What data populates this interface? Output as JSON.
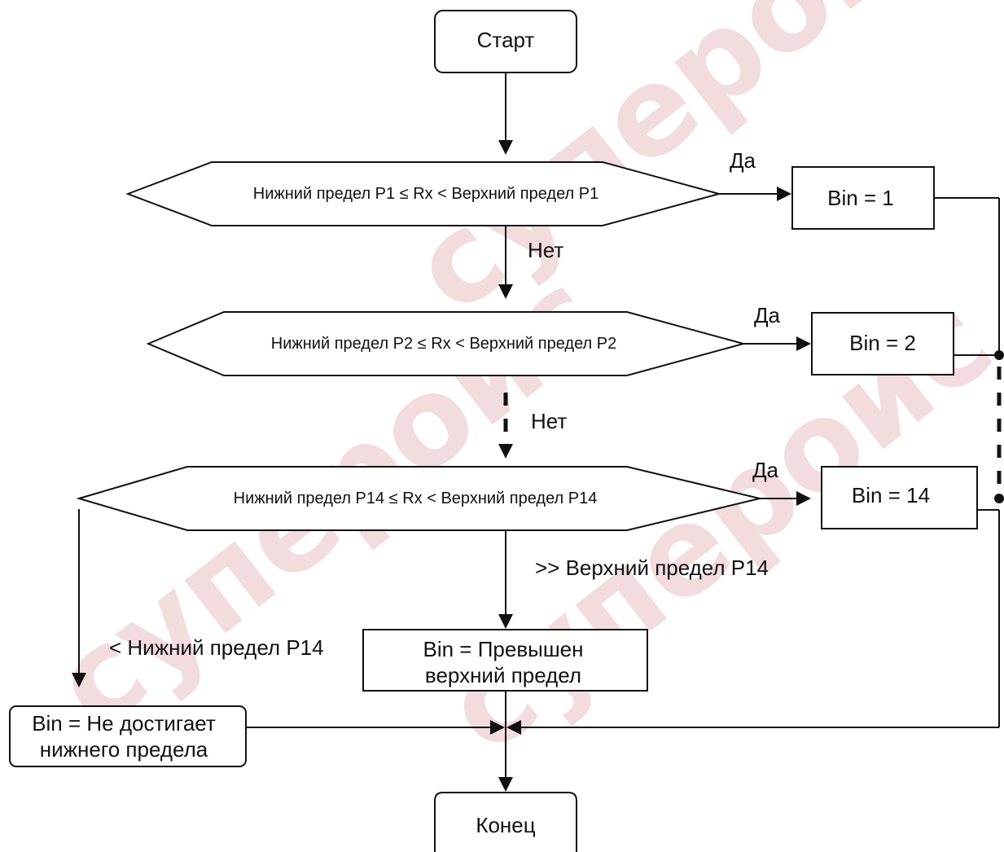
{
  "watermark": "супероис",
  "start": "Старт",
  "end": "Конец",
  "decisions": [
    "Нижний предел P1 ≤ Rx < Верхний предел P1",
    "Нижний предел P2 ≤ Rx < Верхний предел P2",
    "Нижний предел P14 ≤ Rx < Верхний предел P14"
  ],
  "bins": [
    "Bin = 1",
    "Bin = 2",
    "Bin = 14"
  ],
  "labels": {
    "yes": "Да",
    "no": "Нет",
    "above_upper": ">> Верхний предел P14",
    "below_lower": "< Нижний предел P14"
  },
  "over_upper_box": [
    "Bin = Превышен",
    "верхний предел"
  ],
  "under_lower_box": [
    "Bin = Не достигает",
    "нижнего предела"
  ]
}
